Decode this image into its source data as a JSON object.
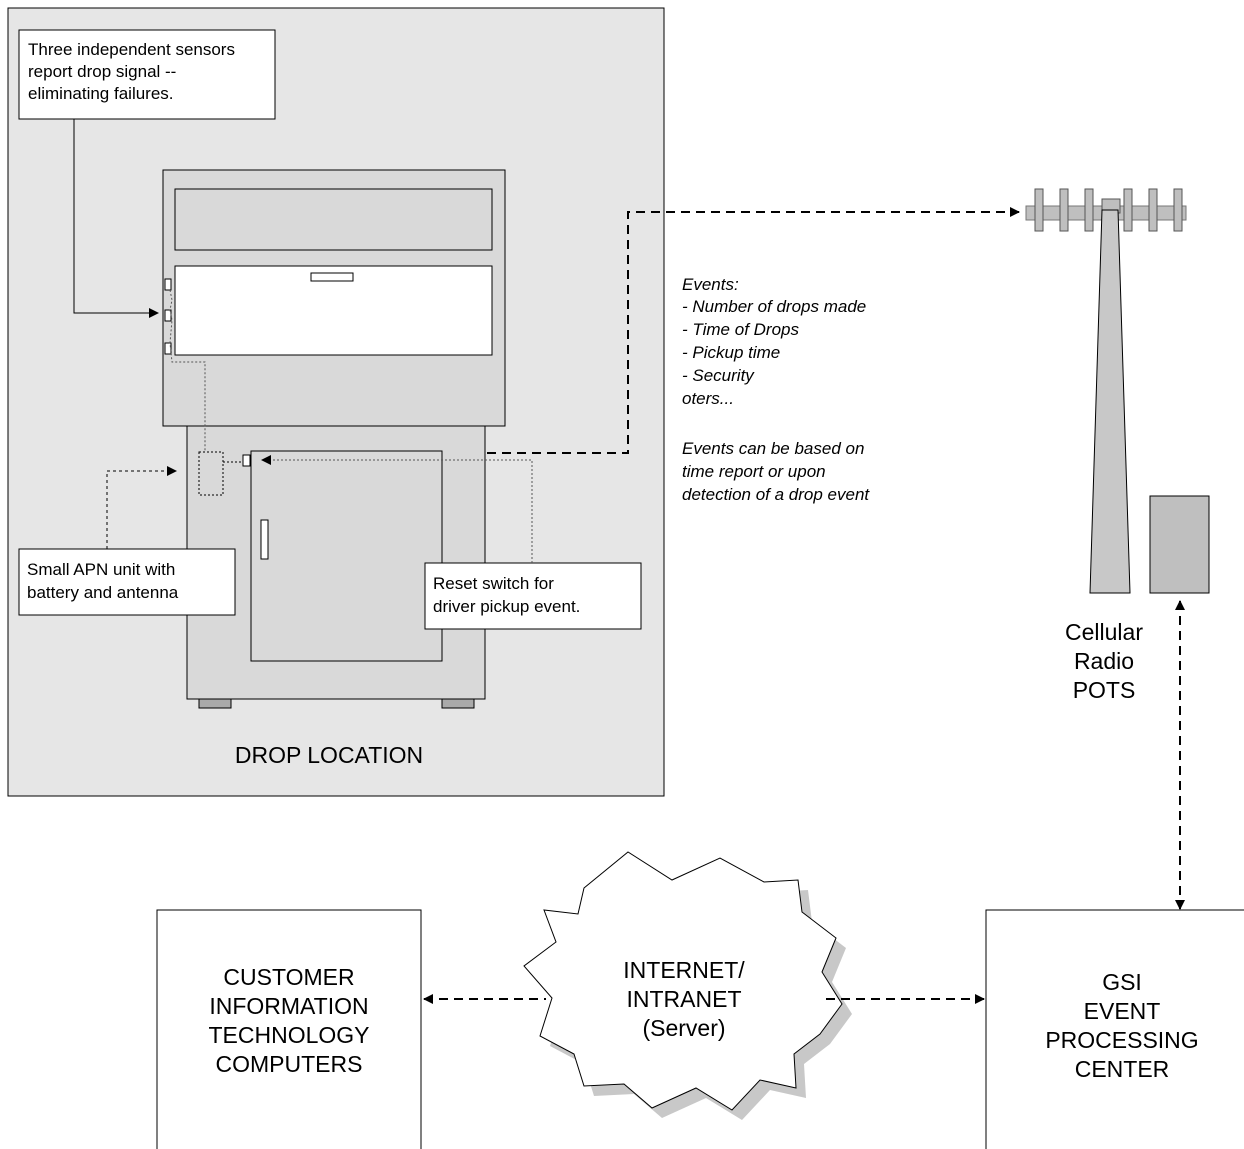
{
  "colors": {
    "panel_fill": "#e6e6e6",
    "cabinet_fill": "#d9d9d9",
    "tower_fill": "#c8c8c8",
    "box_stroke": "#000000",
    "arrow": "#000000"
  },
  "drop_location": {
    "title": "DROP LOCATION",
    "sensors_callout": [
      "Three independent sensors",
      "report drop signal --",
      "eliminating failures."
    ],
    "apn_callout": [
      "Small APN unit with",
      "battery and antenna"
    ],
    "reset_callout": [
      "Reset switch for",
      "driver pickup event."
    ]
  },
  "events_note": {
    "lines": [
      "Events:",
      "- Number of drops made",
      "- Time of Drops",
      "- Pickup time",
      "- Security",
      "oters..."
    ],
    "basis_lines": [
      "Events can be based on",
      "time report or upon",
      "detection of a drop event"
    ]
  },
  "tower": {
    "label_lines": [
      "Cellular",
      "Radio",
      "POTS"
    ]
  },
  "nodes": {
    "customer": [
      "CUSTOMER",
      "INFORMATION",
      "TECHNOLOGY",
      "COMPUTERS"
    ],
    "internet": [
      "INTERNET/",
      "INTRANET",
      "(Server)"
    ],
    "gsi": [
      "GSI",
      "EVENT",
      "PROCESSING",
      "CENTER"
    ]
  }
}
